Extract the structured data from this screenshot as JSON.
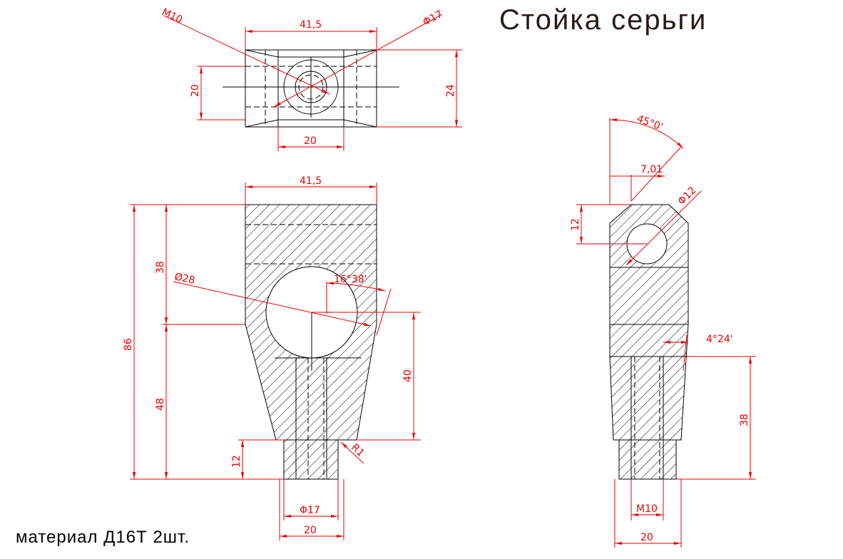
{
  "title": "Стойка серьги",
  "note": "материал  Д16Т  2шт.",
  "colors": {
    "dimension": "#ee0000",
    "outline": "#000000",
    "title": "#2a1a14"
  },
  "top_view": {
    "width": "41,5",
    "thread": "M10",
    "diameter": "Φ17",
    "height_inner": "20",
    "height": "24",
    "inner_width": "20"
  },
  "front_view": {
    "width": "41,5",
    "total_height": "86",
    "upper": "38",
    "lower": "48",
    "hole": "Ø28",
    "angle": "16°38'",
    "center_height": "40",
    "stud_height": "12",
    "radius": "R1",
    "stud_diameter": "Φ17",
    "stud_width": "20"
  },
  "side_view": {
    "angle": "45°0'",
    "offset": "7,01",
    "hole": "Φ12",
    "top": "12",
    "taper": "4°24'",
    "lower": "38",
    "thread": "M10",
    "stud_width": "20"
  }
}
